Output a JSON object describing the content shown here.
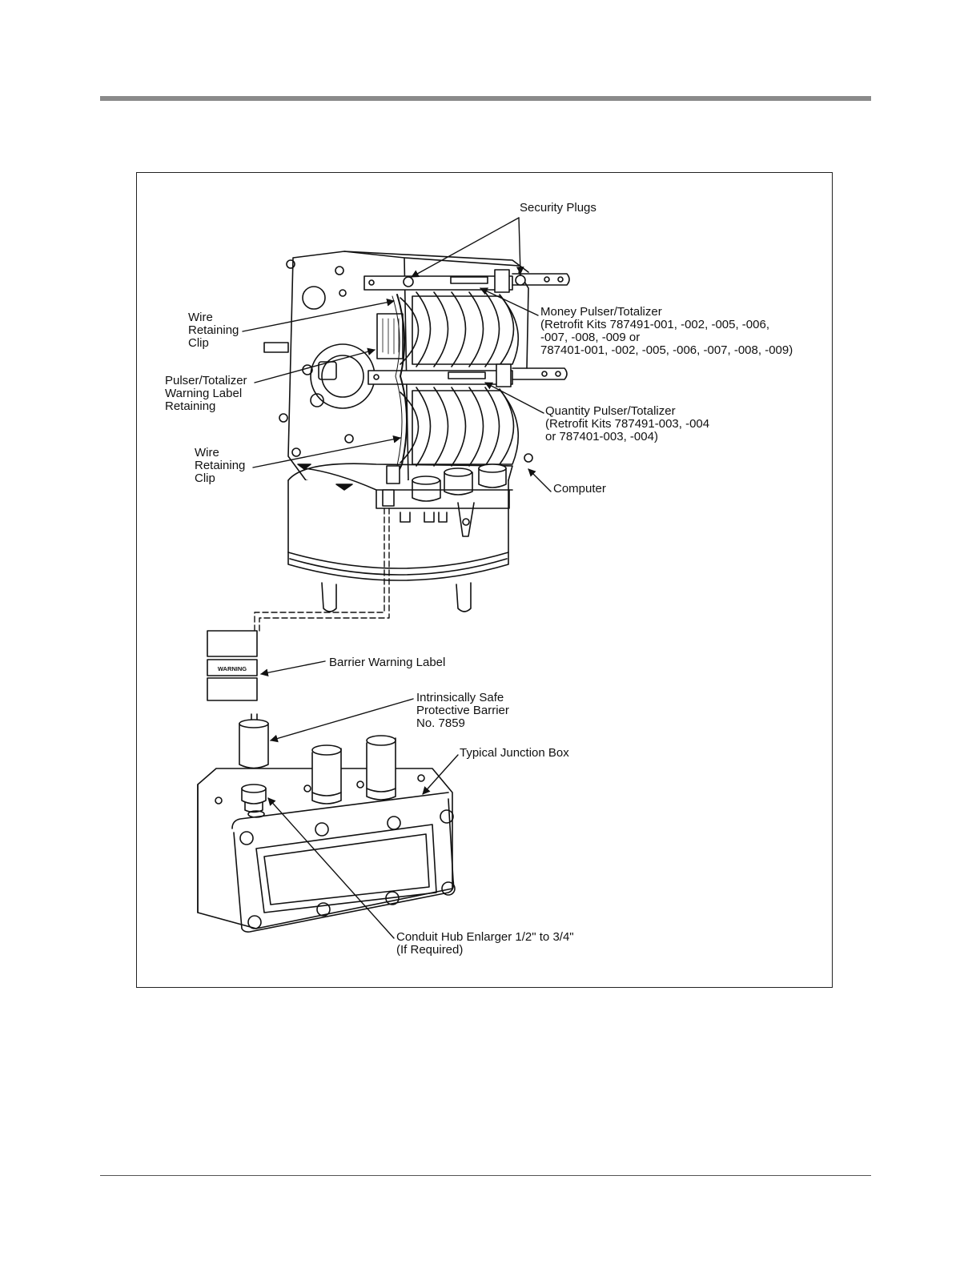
{
  "labels": {
    "security_plugs": "Security Plugs",
    "wire_clip_top": [
      "Wire",
      "Retaining",
      "Clip"
    ],
    "money_pulser": [
      "Money Pulser/Totalizer",
      "(Retrofit Kits 787491-001, -002, -005, -006,",
      "-007, -008, -009 or",
      "787401-001, -002, -005, -006, -007, -008, -009)"
    ],
    "pulser_warning": [
      "Pulser/Totalizer",
      "Warning Label",
      "Retaining"
    ],
    "quantity_pulser": [
      "Quantity Pulser/Totalizer",
      "(Retrofit Kits 787491-003, -004",
      "or 787401-003, -004)"
    ],
    "wire_clip_bottom": [
      "Wire",
      "Retaining",
      "Clip"
    ],
    "computer": "Computer",
    "barrier_warning_label": "Barrier Warning Label",
    "barrier": [
      "Intrinsically Safe",
      "Protective Barrier",
      "No. 7859"
    ],
    "junction_box": "Typical Junction Box",
    "conduit_hub": [
      "Conduit Hub Enlarger 1/2\" to 3/4\"",
      "(If Required)"
    ],
    "warning_text": "WARNING"
  }
}
